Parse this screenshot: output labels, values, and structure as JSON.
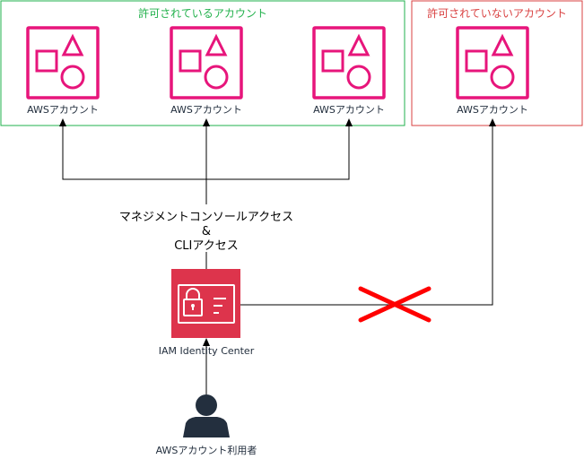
{
  "groups": {
    "allowed": {
      "label": "許可されているアカウント",
      "color": "#22b14c"
    },
    "denied": {
      "label": "許可されていないアカウント",
      "color": "#d94141"
    }
  },
  "accounts": [
    {
      "label": "AWSアカウント"
    },
    {
      "label": "AWSアカウント"
    },
    {
      "label": "AWSアカウント"
    },
    {
      "label": "AWSアカウント"
    }
  ],
  "access": {
    "line1": "マネジメントコンソールアクセス",
    "line2": "&",
    "line3": "CLIアクセス"
  },
  "identity_center": {
    "label": "IAM Identity Center",
    "color": "#dd344c"
  },
  "user": {
    "label": "AWSアカウント利用者",
    "color": "#232f3e"
  },
  "colors": {
    "account_icon": "#e7157b",
    "deny_mark": "#ff0000",
    "connector": "#000000"
  }
}
